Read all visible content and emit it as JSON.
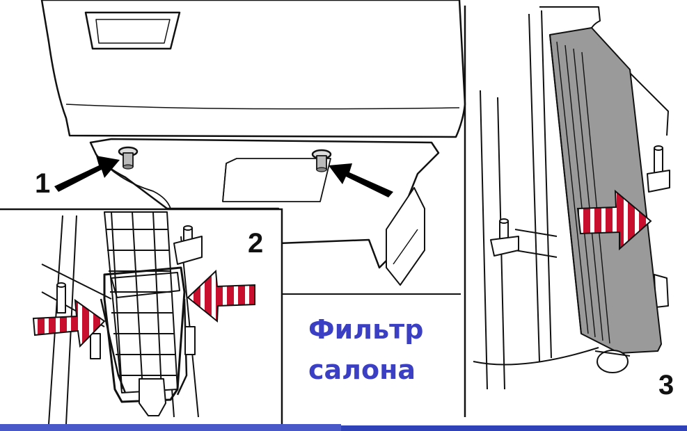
{
  "panels": {
    "p1": {
      "number": "1"
    },
    "p2": {
      "number": "2"
    },
    "p3": {
      "number": "3"
    }
  },
  "caption": {
    "line1": "Фильтр",
    "line2": "салона"
  },
  "colors": {
    "caption": "#3b3fc4",
    "arrow_red": "#c8102e",
    "filter_gray": "#9a9a9a",
    "bar_blue": "#3a4bc0",
    "line": "#111111"
  },
  "icons": [
    "black-arrow-icon",
    "red-striped-arrow-icon",
    "pin-clip-icon"
  ]
}
